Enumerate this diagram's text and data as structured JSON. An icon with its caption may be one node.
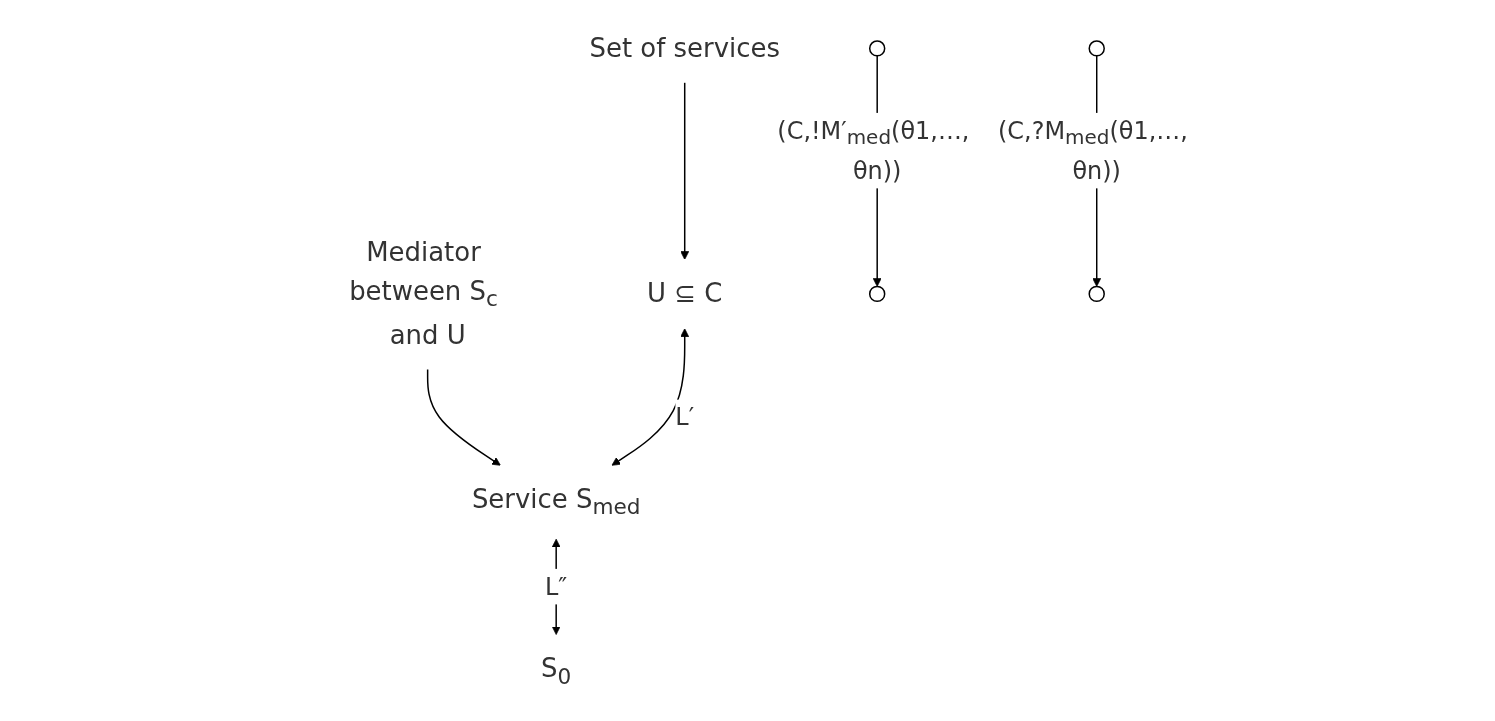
{
  "diagram": {
    "nodes": [
      {
        "text": [
          "Set of services"
        ]
      },
      {
        "text": [
          "Mediator between S$_{c}$ and U"
        ]
      },
      {
        "text": [
          "U ⊆ C"
        ]
      },
      {
        "text": [
          "Service S$_{med}$"
        ]
      },
      {
        "text": [
          "S$_{0}$"
        ]
      },
      {
        "text": [],
        "shape": "circle"
      },
      {
        "text": [],
        "shape": "circle"
      },
      {
        "text": [],
        "shape": "circle"
      },
      {
        "text": [],
        "shape": "circle"
      }
    ],
    "edges": [
      {
        "from": 0,
        "to": 2,
        "arrow": "to"
      },
      {
        "from": 1,
        "to": 3,
        "arrow": "to"
      },
      {
        "from": 2,
        "to": 3,
        "arrow": "both",
        "label": "L′"
      },
      {
        "from": 3,
        "to": 4,
        "arrow": "both",
        "label": "L″"
      },
      {
        "from": 5,
        "to": 6,
        "arrow": "to",
        "label": "(C,!M′$_{med}$(θ1,…, θn))"
      },
      {
        "from": 7,
        "to": 8,
        "arrow": "to",
        "label": "(C,?M$_{med}$(θ1,…, θn))"
      }
    ]
  }
}
